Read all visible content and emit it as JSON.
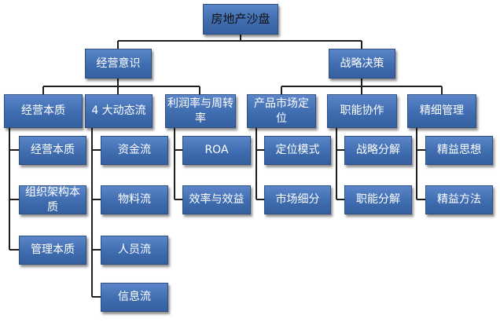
{
  "root": {
    "label": "房地产沙盘"
  },
  "branches": [
    {
      "label": "经营意识",
      "groups": [
        {
          "label": "经营本质",
          "items": [
            "经营本质",
            "组织架构本质",
            "管理本质"
          ]
        },
        {
          "label": "4 大动态流",
          "items": [
            "资金流",
            "物料流",
            "人员流",
            "信息流"
          ]
        },
        {
          "label": "利润率与周转率",
          "items": [
            "ROA",
            "效率与效益"
          ]
        }
      ]
    },
    {
      "label": "战略决策",
      "groups": [
        {
          "label": "产品市场定位",
          "items": [
            "定位模式",
            "市场细分"
          ]
        },
        {
          "label": "职能协作",
          "items": [
            "战略分解",
            "职能分解"
          ]
        },
        {
          "label": "精细管理",
          "items": [
            "精益思想",
            "精益方法"
          ]
        }
      ]
    }
  ]
}
